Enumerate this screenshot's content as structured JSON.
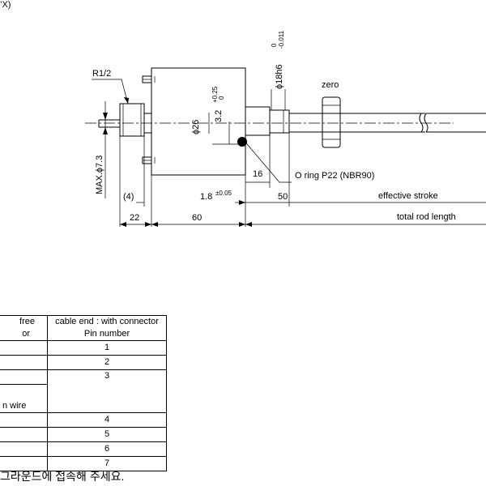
{
  "top_cut_text": "’X)",
  "drawing": {
    "r_half": "R1/2",
    "phi26": "ϕ26",
    "dim32": "3.2",
    "tol32_upper": "+0.25",
    "tol32_lower": "0",
    "phi18": "ϕ18h6",
    "tol18_upper": "0",
    "tol18_lower": "-0.011",
    "max_phi": "MAX.ϕ7.3",
    "zero_label": "zero",
    "oring_label": "O ring P22 (NBR90)",
    "dim16": "16",
    "dim4": "(4)",
    "dim18": "1.8",
    "tol18_pm": "±0.05",
    "dim50": "50",
    "effective_stroke": "effective stroke",
    "dim22": "22",
    "dim60": "60",
    "total_rod_length": "total rod length"
  },
  "table": {
    "header": {
      "col1_line1": "free",
      "col1_line2": "or",
      "col2_line1": "cable end : with connector",
      "col2_line2": "Pin number"
    },
    "rows": [
      {
        "c1": "",
        "c2": "1"
      },
      {
        "c1": "",
        "c2": "2"
      },
      {
        "c1": "",
        "c2": "3"
      },
      {
        "c1": "n wire",
        "c2": ""
      },
      {
        "c1": "",
        "c2": "4"
      },
      {
        "c1": "",
        "c2": "5"
      },
      {
        "c1": "",
        "c2": "6"
      },
      {
        "c1": "",
        "c2": "7"
      }
    ]
  },
  "footer_note": "그라운드에 접속해 주세요."
}
